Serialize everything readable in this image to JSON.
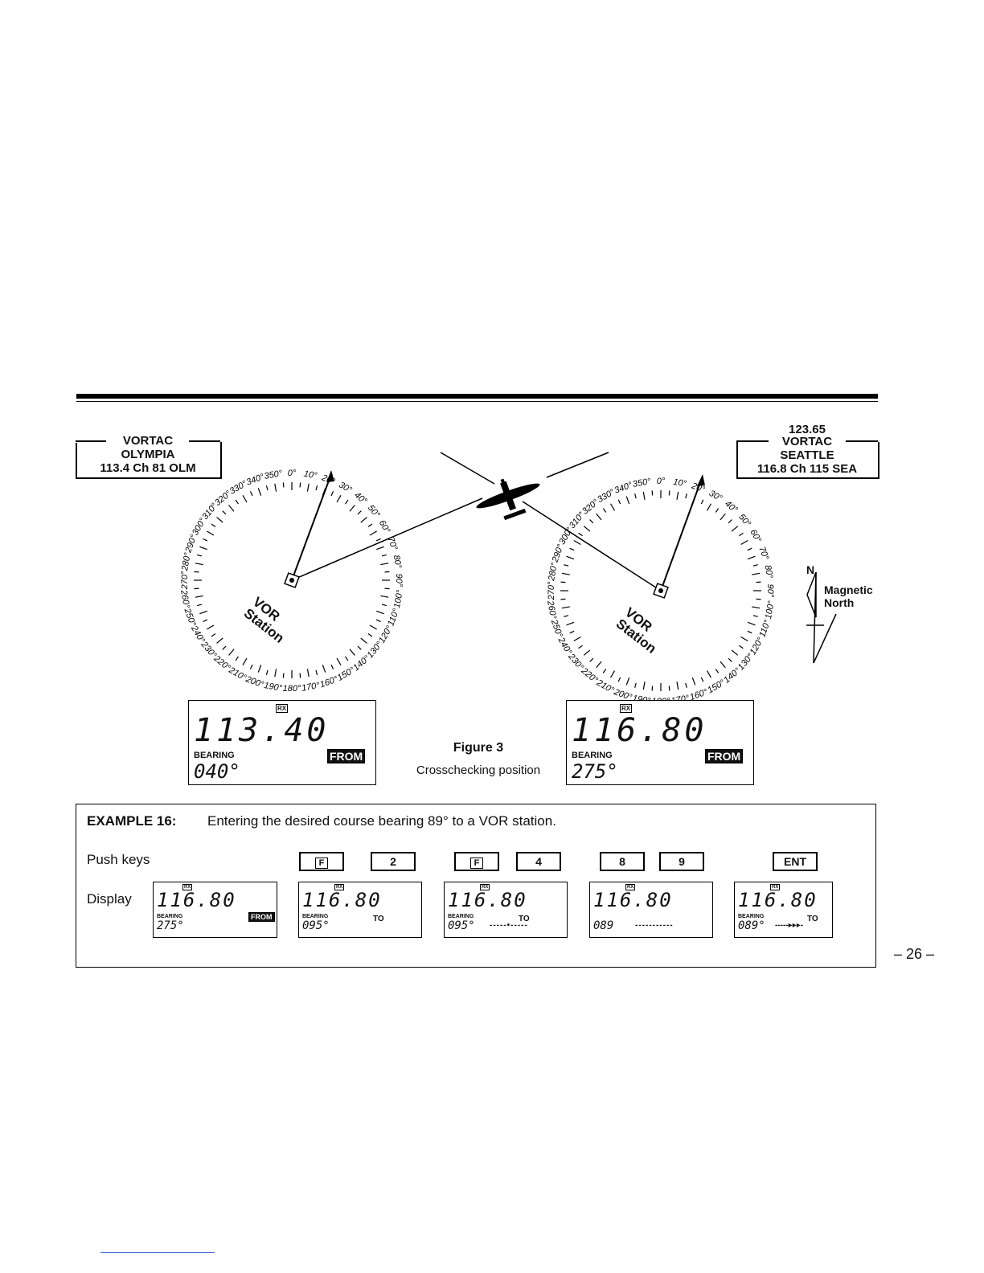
{
  "left_station": {
    "type": "VORTAC",
    "name": "OLYMPIA",
    "freq": "113.4 Ch 81 OLM"
  },
  "right_station": {
    "comm": "123.65",
    "type": "VORTAC",
    "name": "SEATTLE",
    "freq": "116.8 Ch 115 SEA"
  },
  "compass_labels": [
    "0°",
    "10°",
    "20°",
    "30°",
    "40°",
    "50°",
    "60°",
    "70°",
    "80°",
    "90°",
    "100°",
    "110°",
    "120°",
    "130°",
    "140°",
    "150°",
    "160°",
    "170°",
    "180°",
    "190°",
    "200°",
    "210°",
    "220°",
    "230°",
    "240°",
    "250°",
    "260°",
    "270°",
    "280°",
    "290°",
    "300°",
    "310°",
    "320°",
    "330°",
    "340°",
    "350°"
  ],
  "vor_label_line1": "VOR",
  "vor_label_line2": "Station",
  "north": {
    "letter": "N",
    "label_line1": "Magnetic",
    "label_line2": "North"
  },
  "display_left": {
    "rx": "RX",
    "freq": "113.40",
    "bearing_label": "BEARING",
    "bearing": "040°",
    "flag": "FROM"
  },
  "display_right": {
    "rx": "RX",
    "freq": "116.80",
    "bearing_label": "BEARING",
    "bearing": "275°",
    "flag": "FROM"
  },
  "figure": {
    "title": "Figure  3",
    "caption": "Crosschecking position"
  },
  "example": {
    "title": "EXAMPLE 16:",
    "text": "Entering the desired course bearing 89° to a VOR station.",
    "push_keys_label": "Push keys",
    "display_label": "Display",
    "keys": [
      "F",
      "2",
      "F",
      "4",
      "8",
      "9",
      "ENT"
    ],
    "displays": [
      {
        "rx": "RX",
        "freq": "116.80",
        "bearing_label": "BEARING",
        "bearing": "275°",
        "flag": "FROM",
        "cdi": ""
      },
      {
        "rx": "RX",
        "freq": "116.80",
        "bearing_label": "BEARING",
        "bearing": "095°",
        "flag": "TO",
        "cdi": ""
      },
      {
        "rx": "RX",
        "freq": "116.80",
        "bearing_label": "BEARING",
        "bearing": "095°",
        "flag": "TO",
        "cdi": "-----•-----"
      },
      {
        "rx": "RX",
        "freq": "116.80",
        "bearing_label": "",
        "bearing": "089",
        "flag": "",
        "cdi": "-----------"
      },
      {
        "rx": "RX",
        "freq": "116.80",
        "bearing_label": "BEARING",
        "bearing": "089°",
        "flag": "TO",
        "cdi": "-----▸▸▸-"
      }
    ]
  },
  "page_number": "– 26 –"
}
